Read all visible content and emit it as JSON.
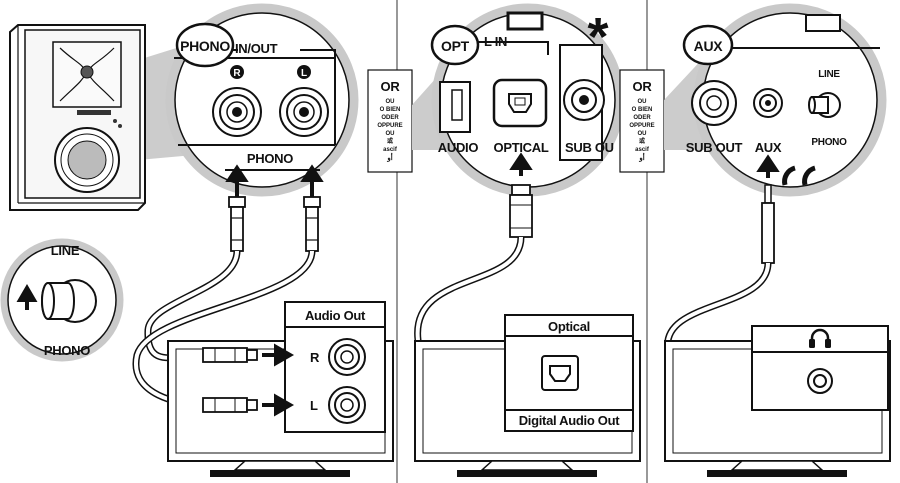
{
  "panel1": {
    "badge": "PHONO",
    "in_out": "IN/OUT",
    "jack_r": "R",
    "jack_l": "L",
    "jacks_label": "PHONO",
    "switch_top": "LINE",
    "switch_bottom": "PHONO",
    "box_title": "Audio Out",
    "out_r": "R",
    "out_l": "L"
  },
  "panel2": {
    "badge": "OPT",
    "digital_in": "L IN",
    "audio": "AUDIO",
    "optical": "OPTICAL",
    "sub_out": "SUB OU",
    "asterisk": "*",
    "box_title": "Optical",
    "box_footer": "Digital Audio Out"
  },
  "panel3": {
    "badge": "AUX",
    "sub_out": "SUB OUT",
    "aux": "AUX",
    "line": "LINE",
    "phono": "PHONO"
  },
  "or_card": {
    "or": "OR",
    "lines": [
      "OU",
      "O BIEN",
      "ODER",
      "OPPURE",
      "OU",
      "或",
      "ascif",
      "أو"
    ]
  },
  "colors": {
    "ink": "#111111",
    "halo": "#c9c9c9",
    "speaker_face": "#f3f3f3"
  },
  "icons": [
    "headphones-icon",
    "optical-port-icon",
    "aux-port-icon",
    "arrow-icon"
  ]
}
